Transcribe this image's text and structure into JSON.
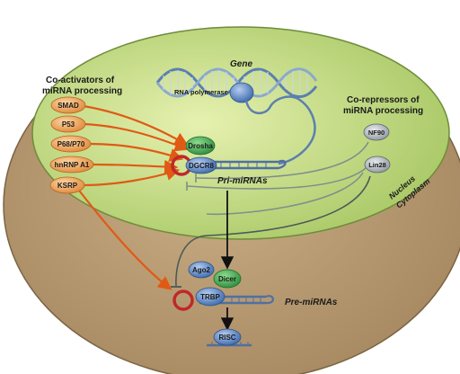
{
  "labels": {
    "gene": "Gene",
    "rna_polymerase": "RNA polymerase",
    "coactivators_line1": "Co-activators of",
    "coactivators_line2": "miRNA processing",
    "corepressors_line1": "Co-repressors of",
    "corepressors_line2": "miRNA processing",
    "pri_mirnas": "Pri-miRNAs",
    "pre_mirnas": "Pre-miRNAs",
    "nucleus": "Nucleus",
    "cytoplasm": "Cytoplasm"
  },
  "coactivators": [
    "SMAD",
    "P53",
    "P68/P70",
    "hnRNP A1",
    "KSRP"
  ],
  "corepressors": [
    "NF90",
    "Lin28"
  ],
  "nuclear_complex": {
    "drosha": "Drosha",
    "dgcr8": "DGCR8"
  },
  "cytoplasmic_complex": {
    "ago2": "Ago2",
    "dicer": "Dicer",
    "trbp": "TRBP"
  },
  "risc": "RISC",
  "colors": {
    "cell_fill": "#b79a72",
    "nucleus_fill": "#c7df8a",
    "activator_arrow": "#e05a14",
    "repressor_line": "#7f8f8a",
    "coactivator_node": "#f0a35a",
    "corepressor_node": "#9ca3a8",
    "drosha": "#35a04a",
    "dgcr8": "#4f7fbf",
    "ring": "#c0282a"
  }
}
